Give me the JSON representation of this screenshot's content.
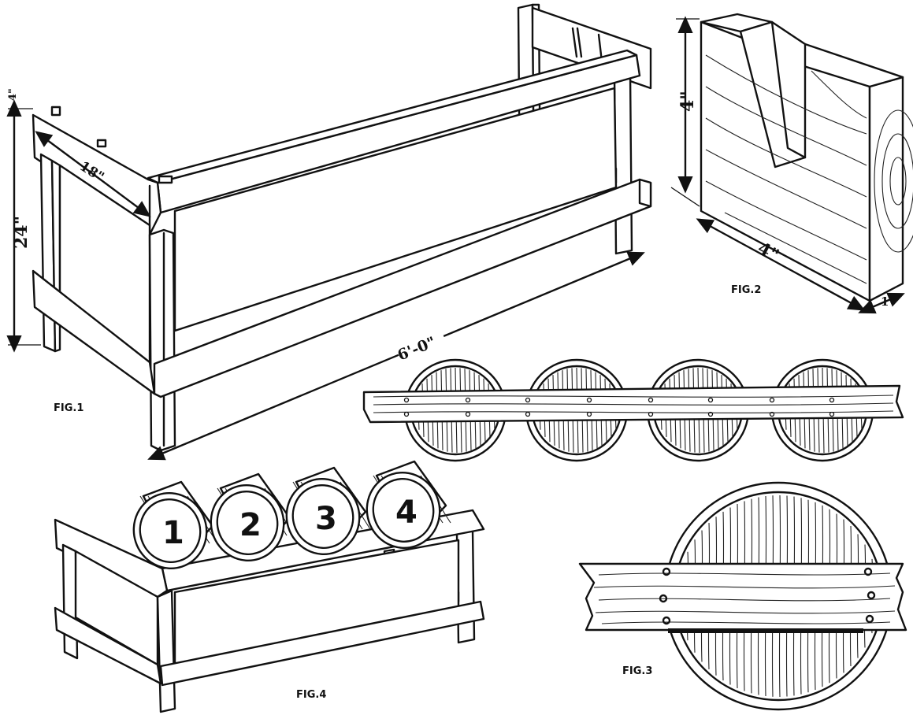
{
  "figures": {
    "fig1": {
      "caption": "FIG.1",
      "dim_height": "24\"",
      "dim_width": "18\"",
      "dim_length": "6'-0\"",
      "dim_top": "4\""
    },
    "fig2": {
      "caption": "FIG.2",
      "dim_height": "4\"",
      "dim_width": "4\"",
      "dim_depth": "1\""
    },
    "fig3": {
      "caption": "FIG.3"
    },
    "fig4": {
      "caption": "FIG.4",
      "bucket_labels": [
        "1",
        "2",
        "3",
        "4"
      ]
    }
  }
}
